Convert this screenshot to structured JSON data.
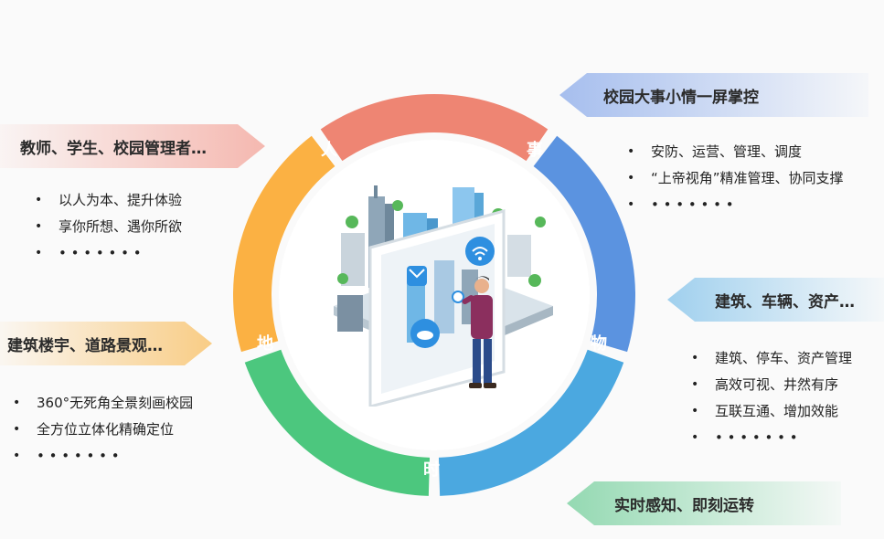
{
  "ring": {
    "segments": [
      {
        "label": "人",
        "color": "#ee8573"
      },
      {
        "label": "事",
        "color": "#5b93e0"
      },
      {
        "label": "物",
        "color": "#4ba8e0"
      },
      {
        "label": "时",
        "color": "#4cc77e"
      },
      {
        "label": "地",
        "color": "#fbb143"
      }
    ]
  },
  "people": {
    "banner": "教师、学生、校园管理者…",
    "items": [
      "以人为本、提升体验",
      "享你所想、遇你所欲",
      "• • • • • • •"
    ]
  },
  "place": {
    "banner": "建筑楼宇、道路景观…",
    "items": [
      "360°无死角全景刻画校园",
      "全方位立体化精确定位",
      "• • • • • • •"
    ]
  },
  "affairs": {
    "banner": "校园大事小情一屏掌控",
    "items": [
      "安防、运营、管理、调度",
      "“上帝视角”精准管理、协同支撑",
      "• • • • • • •"
    ]
  },
  "things": {
    "banner": "建筑、车辆、资产…",
    "items": [
      "建筑、停车、资产管理",
      "高效可视、井然有序",
      "互联互通、增加效能",
      "• • • • • • •"
    ]
  },
  "time": {
    "banner": "实时感知、即刻运转"
  }
}
